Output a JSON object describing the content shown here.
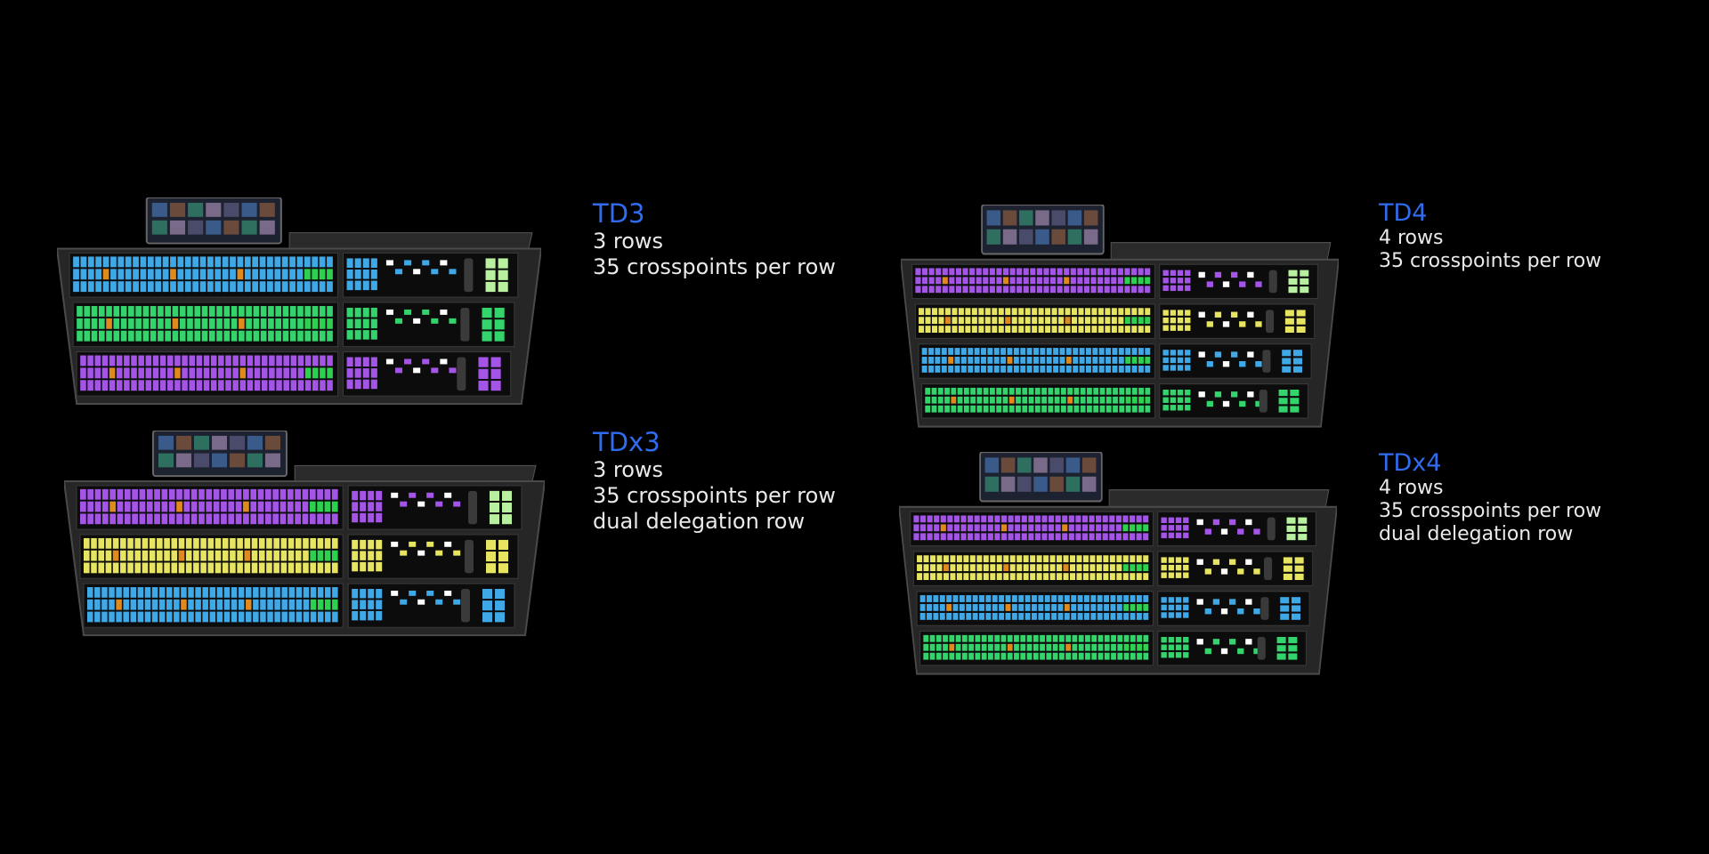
{
  "products": [
    {
      "title": "TD3",
      "lines": [
        "3 rows",
        "35 crosspoints per row"
      ],
      "row_colors": [
        "#3fa9e8",
        "#33d46c",
        "#a455e8"
      ]
    },
    {
      "title": "TDx3",
      "lines": [
        "3 rows",
        "35 crosspoints per row",
        "dual delegation row"
      ],
      "row_colors": [
        "#a455e8",
        "#e6e460",
        "#3fa9e8"
      ]
    },
    {
      "title": "TD4",
      "lines": [
        "4 rows",
        "35 crosspoints per row"
      ],
      "row_colors": [
        "#a455e8",
        "#e6e460",
        "#3fa9e8",
        "#33d46c"
      ]
    },
    {
      "title": "TDx4",
      "lines": [
        "4 rows",
        "35 crosspoints per row",
        "dual delegation row"
      ],
      "row_colors": [
        "#a455e8",
        "#e6e460",
        "#3fa9e8",
        "#33d46c"
      ]
    }
  ],
  "colors": {
    "background": "#000000",
    "title": "#2f6cf0",
    "text": "#eaeaea",
    "accent_blue": "#2a4fd8",
    "accent_orange": "#e08a1e",
    "accent_red": "#d83a3a"
  }
}
